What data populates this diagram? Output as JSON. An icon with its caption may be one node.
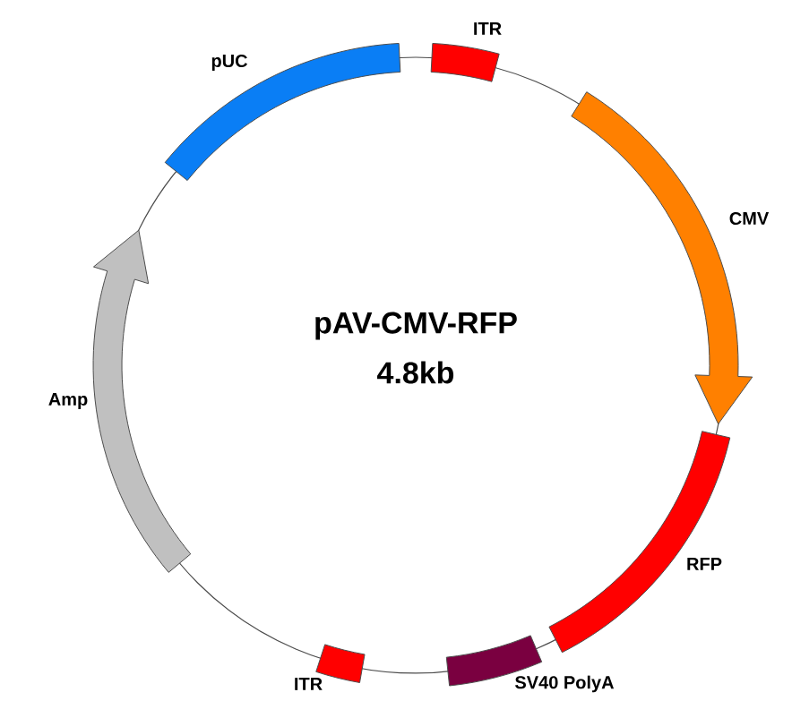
{
  "diagram": {
    "title": "pAV-CMV-RFP",
    "nodes": [
      {
        "text": [
          "pUC"
        ]
      },
      {
        "text": [
          "ITR"
        ]
      },
      {
        "text": [
          "CMV"
        ]
      },
      {
        "text": [
          "RFP"
        ]
      },
      {
        "text": [
          "SV40 PolyA"
        ]
      },
      {
        "text": [
          "ITR"
        ]
      },
      {
        "text": [
          "Amp"
        ]
      }
    ],
    "labels": [
      "4.8kb"
    ]
  }
}
